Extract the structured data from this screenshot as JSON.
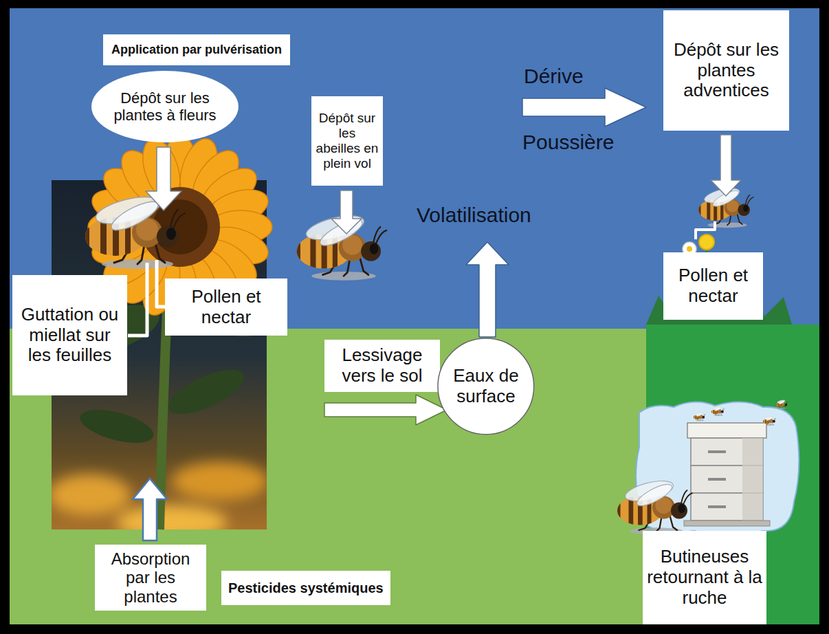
{
  "diagram": {
    "nodes": [
      {
        "text": [
          "Application par pulvérisation"
        ]
      },
      {
        "text": [
          "Dépôt sur les plantes à fleurs"
        ]
      },
      {
        "text": [
          "Dépôt sur les abeilles en plein vol"
        ]
      },
      {
        "text": [
          "Dépôt sur les plantes adventices"
        ]
      },
      {
        "text": [
          "Pollen et nectar"
        ]
      },
      {
        "text": [
          "Pollen et nectar"
        ]
      },
      {
        "text": [
          "Guttation ou miellat sur les feuilles"
        ]
      },
      {
        "text": [
          "Lessivage vers le sol"
        ]
      },
      {
        "text": [
          "Eaux de surface"
        ]
      },
      {
        "text": [
          "Absorption par les plantes"
        ]
      },
      {
        "text": [
          "Pesticides systémiques"
        ]
      },
      {
        "text": [
          "Butineuses retournant à la ruche"
        ]
      }
    ],
    "labels": [
      "Dérive",
      "Poussière",
      "Volatilisation"
    ]
  }
}
